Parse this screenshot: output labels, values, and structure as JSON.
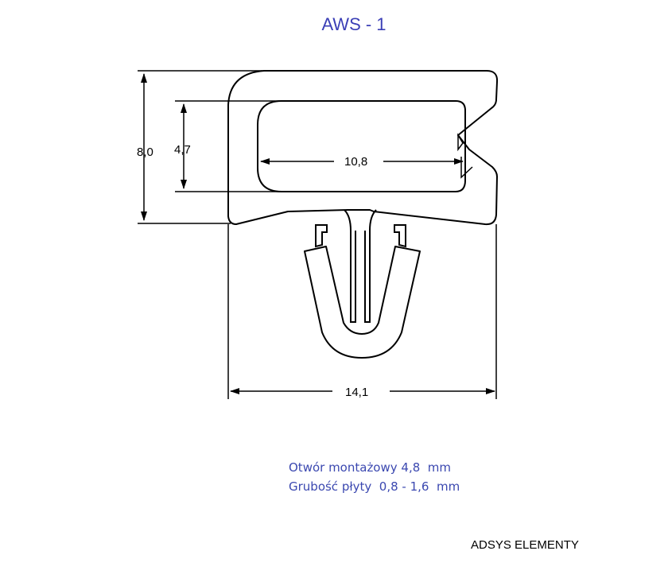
{
  "title": "AWS - 1",
  "dimensions": {
    "height_outer": "8,0",
    "height_inner": "4,7",
    "width_inner": "10,8",
    "width_total": "14,1"
  },
  "specs": {
    "mounting_hole": "Otwór montażowy 4,8  mm",
    "panel_thickness": "Grubość płyty  0,8 - 1,6  mm"
  },
  "brand": "ADSYS ELEMENTY",
  "colors": {
    "title": "#3b3fb6",
    "specs": "#3b48b0",
    "lines": "#000000"
  }
}
